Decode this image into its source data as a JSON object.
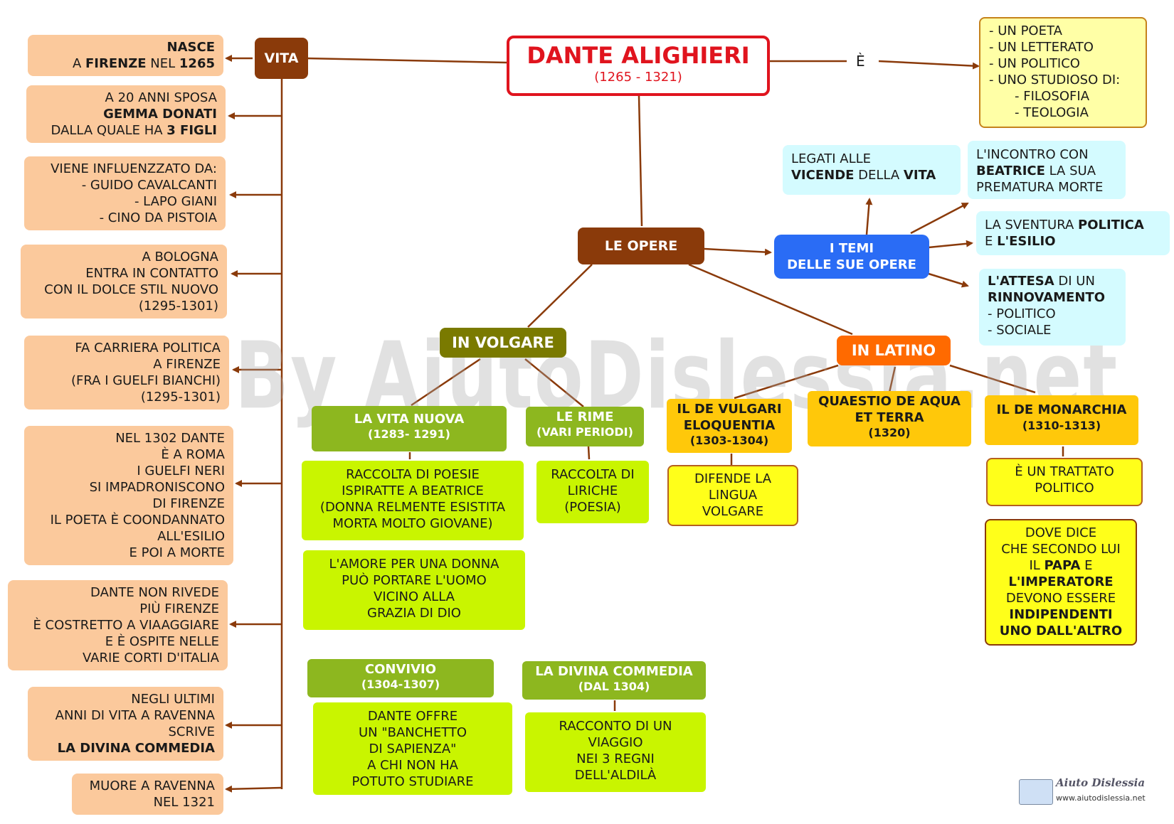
{
  "title": {
    "name": "DANTE ALIGHIERI",
    "dates": "(1265 - 1321)"
  },
  "is_label": "È",
  "is_list": [
    "- UN POETA",
    "- UN LETTERATO",
    "- UN POLITICO",
    "- UNO STUDIOSO DI:",
    "- FILOSOFIA",
    "- TEOLOGIA"
  ],
  "vita": {
    "label": "VITA",
    "nasce": {
      "l1": "NASCE",
      "l2a": "A ",
      "l2b": "FIRENZE",
      "l2c": " NEL ",
      "l2d": "1265"
    },
    "sposa": {
      "l1": "A 20 ANNI SPOSA",
      "l2": "GEMMA DONATI",
      "l3a": "DALLA QUALE HA ",
      "l3b": "3 FIGLI"
    },
    "influenze": [
      "VIENE INFLUENZZATO DA:",
      "- GUIDO CAVALCANTI",
      "- LAPO GIANI",
      "- CINO DA PISTOIA"
    ],
    "bologna": [
      "A BOLOGNA",
      "ENTRA IN CONTATTO",
      "CON IL DOLCE STIL NUOVO",
      "(1295-1301)"
    ],
    "politica": [
      "FA CARRIERA POLITICA",
      "A FIRENZE",
      "(FRA I GUELFI BIANCHI)",
      "(1295-1301)"
    ],
    "roma": [
      "NEL 1302 DANTE",
      "È A ROMA",
      "I GUELFI  NERI",
      "SI IMPADRONISCONO",
      "DI FIRENZE",
      "IL POETA È COONDANNATO",
      "ALL'ESILIO",
      "E POI A MORTE"
    ],
    "esilio": [
      "DANTE NON RIVEDE",
      "PIÙ FIRENZE",
      "È COSTRETTO A VIAAGGIARE",
      "E È OSPITE NELLE",
      "VARIE CORTI D'ITALIA"
    ],
    "ravenna": {
      "l1": "NEGLI ULTIMI",
      "l2": "ANNI DI VITA A RAVENNA",
      "l3": "SCRIVE",
      "l4": "LA DIVINA COMMEDIA"
    },
    "muore": [
      "MUORE A RAVENNA",
      "NEL 1321"
    ]
  },
  "opere": {
    "label": "LE OPERE",
    "temi": {
      "label": [
        "I TEMI",
        "DELLE SUE OPERE"
      ],
      "vicende": {
        "a": "LEGATI ALLE",
        "b": "VICENDE",
        "c": " DELLA ",
        "d": "VITA"
      },
      "beatrice": {
        "a": "L'INCONTRO CON",
        "b": "BEATRICE",
        "c": " LA SUA",
        "d": "PREMATURA MORTE"
      },
      "sventura": {
        "a": "LA SVENTURA ",
        "b": "POLITICA",
        "c": "E ",
        "d": "L'ESILIO"
      },
      "attesa": {
        "a": "L'ATTESA",
        "b": " DI UN",
        "c": "RINNOVAMENTO",
        "d": "- POLITICO",
        "e": "- SOCIALE"
      }
    },
    "volgare": {
      "label": "IN VOLGARE",
      "vita_nuova": {
        "title": "LA VITA NUOVA",
        "date": "(1283- 1291)",
        "desc": [
          "RACCOLTA DI POESIE",
          "ISPIRATTE A BEATRICE",
          "(DONNA RELMENTE ESISTITA",
          "MORTA MOLTO GIOVANE)"
        ],
        "desc2": [
          "L'AMORE PER UNA DONNA",
          "PUÒ PORTARE L'UOMO",
          "VICINO ALLA",
          "GRAZIA DI DIO"
        ]
      },
      "rime": {
        "title": "LE RIME",
        "date": "(VARI PERIODI)",
        "desc": [
          "RACCOLTA DI",
          "LIRICHE",
          "(POESIA)"
        ]
      },
      "convivio": {
        "title": "CONVIVIO",
        "date": "(1304-1307)",
        "desc": [
          "DANTE OFFRE",
          "UN \"BANCHETTO",
          "DI SAPIENZA\"",
          "A CHI NON HA",
          "POTUTO STUDIARE"
        ]
      },
      "commedia": {
        "title": "LA DIVINA COMMEDIA",
        "date": "(DAL 1304)",
        "desc": [
          "RACCONTO DI UN",
          "VIAGGIO",
          "NEI 3 REGNI",
          "DELL'ALDILÀ"
        ]
      }
    },
    "latino": {
      "label": "IN LATINO",
      "vulgari": {
        "title": [
          "IL DE VULGARI",
          "ELOQUENTIA"
        ],
        "date": "(1303-1304)",
        "desc": [
          "DIFENDE LA",
          "LINGUA",
          "VOLGARE"
        ]
      },
      "quaestio": {
        "title": [
          "QUAESTIO DE AQUA",
          "ET TERRA"
        ],
        "date": "(1320)"
      },
      "monarchia": {
        "title": "IL DE MONARCHIA",
        "date": "(1310-1313)",
        "desc": [
          "È UN TRATTATO",
          "POLITICO"
        ],
        "desc2": {
          "a": "DOVE DICE",
          "b": "CHE SECONDO LUI",
          "c": "IL ",
          "d": "PAPA",
          "e": " E",
          "f": "L'IMPERATORE",
          "g": "DEVONO ESSERE",
          "h": "INDIPENDENTI",
          "i": "UNO DALL'ALTRO"
        }
      }
    }
  },
  "watermark": "By AiutoDislessia.net",
  "logo": {
    "name": "Aiuto Dislessia",
    "url": "www.aiutodislessia.net"
  },
  "colors": {
    "vita_box": "#fbc99c",
    "dark_node": "#8a3a0a",
    "temi_node": "#2a6cf5",
    "latino_node": "#ff6a00",
    "volgare_node": "#7a7a00",
    "title_border": "#e0141e"
  }
}
